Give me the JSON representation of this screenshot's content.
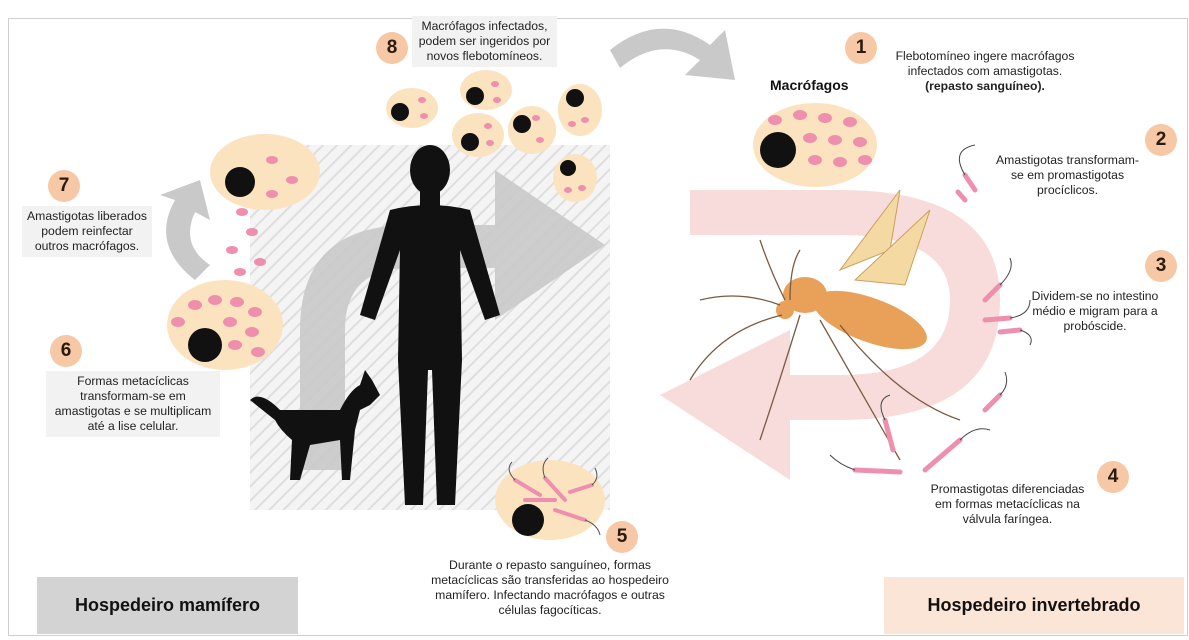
{
  "steps": [
    {
      "num": "1",
      "lines": [
        "Flebotomíneo ingere macrófagos",
        "infectados com amastigotas.",
        "(repasto sanguíneo)."
      ]
    },
    {
      "num": "2",
      "lines": [
        "Amastigotas transformam-",
        "se em promastigotas",
        "procíclicos."
      ]
    },
    {
      "num": "3",
      "lines": [
        "Dividem-se no intestino",
        "médio e migram para a",
        "probóscide."
      ]
    },
    {
      "num": "4",
      "lines": [
        "Promastigotas diferenciadas",
        "em formas metacíclicas na",
        "válvula faríngea."
      ]
    },
    {
      "num": "5",
      "lines": [
        "Durante o repasto sanguíneo, formas",
        "metacíclicas são transferidas ao hospedeiro",
        "mamífero. Infectando macrófagos e outras",
        "células fagocíticas."
      ]
    },
    {
      "num": "6",
      "lines": [
        "Formas metacíclicas",
        "transformam-se em",
        "amastigotas e se multiplicam",
        "até a lise celular."
      ]
    },
    {
      "num": "7",
      "lines": [
        "Amastigotas liberados",
        "podem reinfectar",
        "outros macrófagos."
      ]
    },
    {
      "num": "8",
      "lines": [
        "Macrófagos infectados,",
        "podem ser ingeridos por",
        "novos flebotomíneos."
      ]
    }
  ],
  "macrophage_label": "Macrófagos",
  "hosts": {
    "mammal": "Hospedeiro mamífero",
    "invertebrate": "Hospedeiro invertebrado"
  },
  "colors": {
    "badge": "#f6c8a6",
    "cell": "#fbe3c0",
    "parasite": "#ef8fae",
    "nucleus": "#111111",
    "arrow_gray": "#c9c9c9",
    "arrow_pink": "#f7d6d6",
    "mammal_box": "#d3d3d3",
    "invertebrate_box": "#fbe5d6",
    "sandfly": "#e9a15a"
  }
}
